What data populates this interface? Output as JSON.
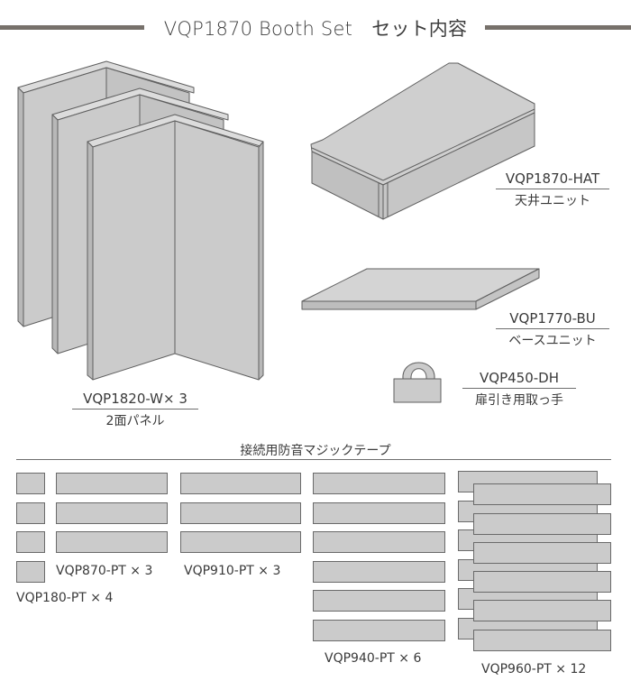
{
  "title": "VQP1870 Booth Set　セット内容",
  "colors": {
    "panel_fill": "#cbcbcb",
    "panel_stroke": "#5f5f5f",
    "rule": "#77716b"
  },
  "items": {
    "hat": {
      "code": "VQP1870-HAT",
      "desc": "天井ユニット"
    },
    "base": {
      "code": "VQP1770-BU",
      "desc": "ベースユニット"
    },
    "handle": {
      "code": "VQP450-DH",
      "desc": "扉引き用取っ手"
    },
    "panel": {
      "code": "VQP1820-W× 3",
      "desc": "2面パネル"
    }
  },
  "tape": {
    "heading": "接続用防音マジックテープ",
    "pt180": "VQP180-PT × 4",
    "pt870": "VQP870-PT × 3",
    "pt910": "VQP910-PT × 3",
    "pt940": "VQP940-PT × 6",
    "pt960": "VQP960-PT × 12"
  }
}
